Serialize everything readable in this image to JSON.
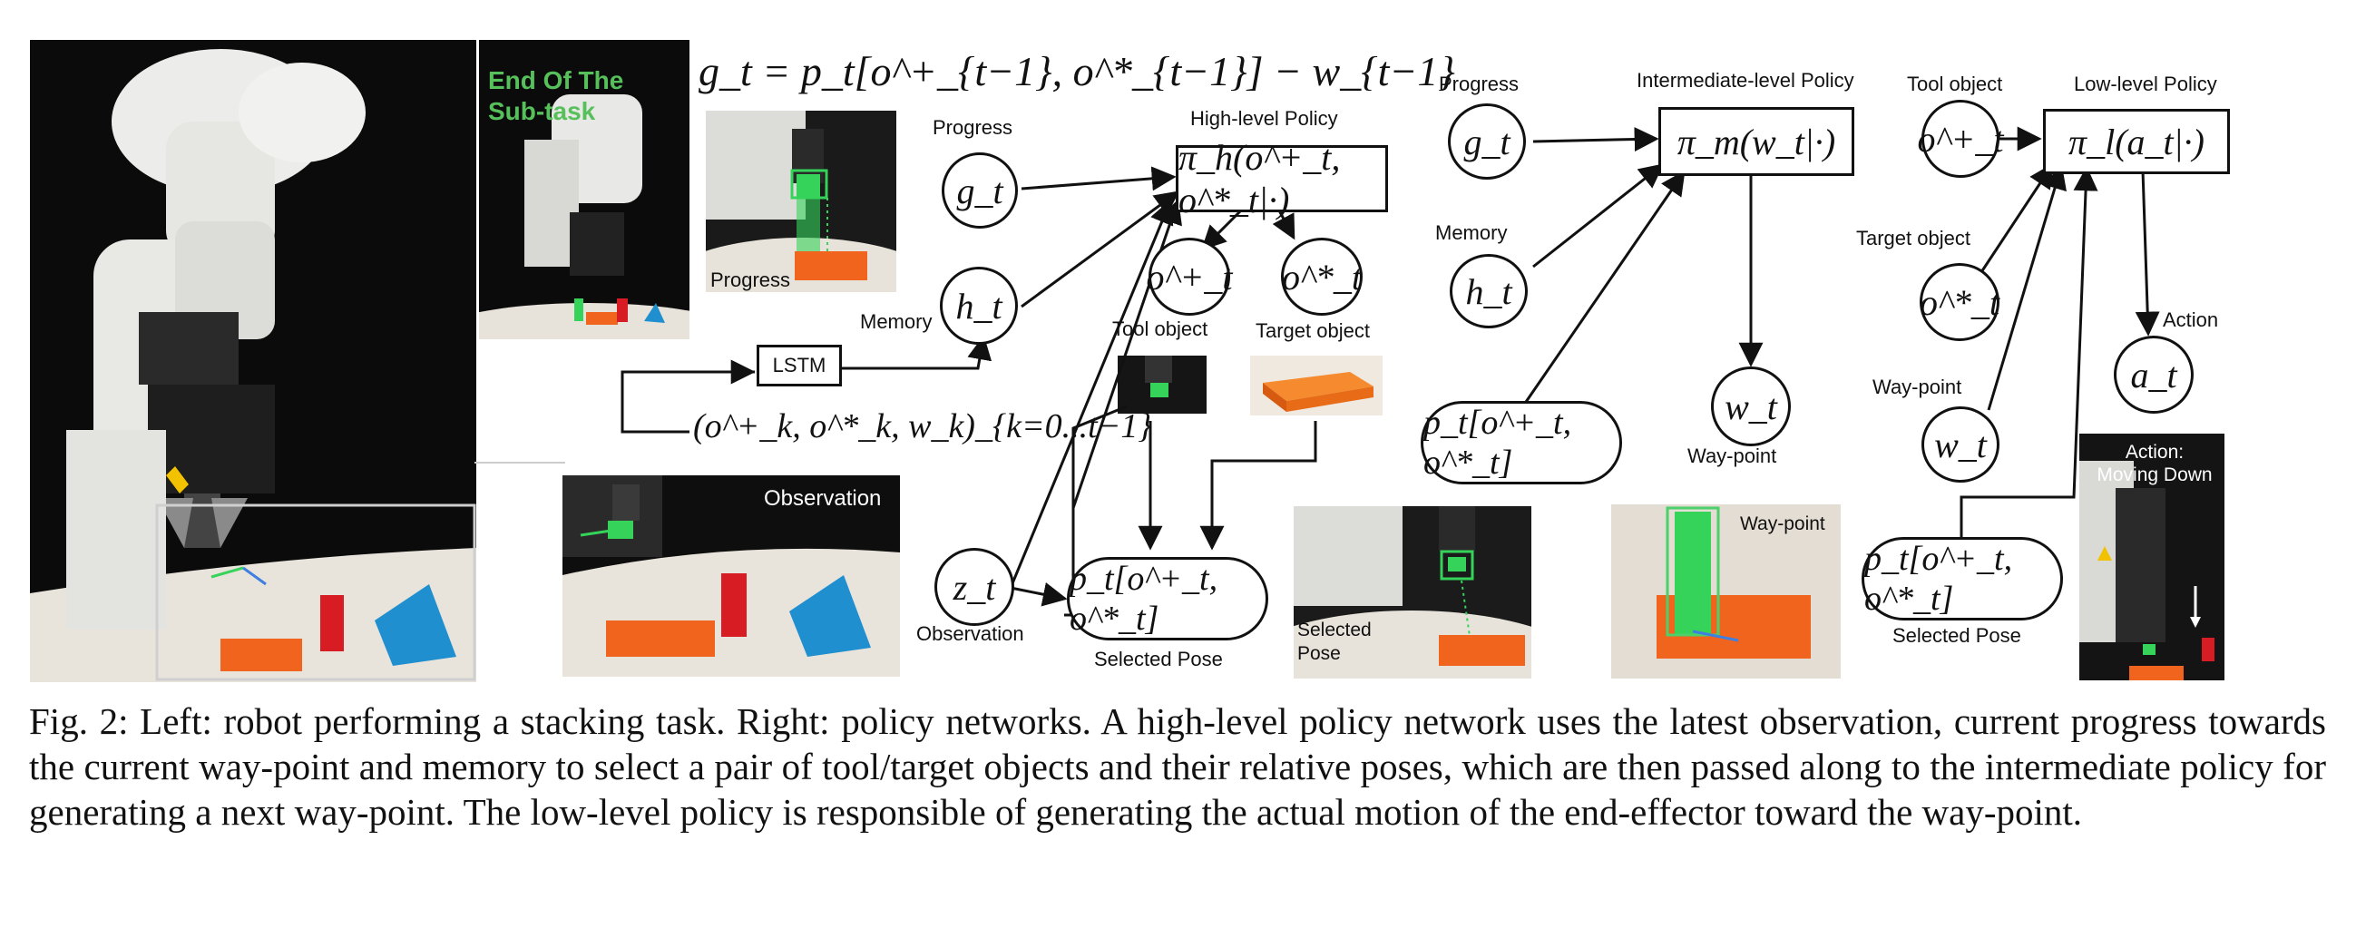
{
  "figure": {
    "equation_gt": "g_t = p_t[o^+_{t−1}, o^*_{t−1}] − w_{t−1}",
    "photo_labels": {
      "end_of_subtask": "End Of The Sub-task",
      "progress": "Progress",
      "observation": "Observation",
      "selected_pose": "Selected Pose",
      "waypoint": "Way-point",
      "action": "Action: Moving Down"
    },
    "high_level": {
      "policy_title": "High-level Policy",
      "policy_expr": "π_h(o^+_t, o^*_t|·)",
      "progress_label": "Progress",
      "memory_label": "Memory",
      "observation_label": "Observation",
      "tool_object_label": "Tool object",
      "target_object_label": "Target object",
      "selected_pose_label": "Selected Pose",
      "lstm_label": "LSTM",
      "memory_seq": "(o^+_k, o^*_k, w_k)_{k=0...t−1}",
      "g_node": "g_t",
      "h_node": "h_t",
      "z_node": "z_t",
      "tool_node": "o^+_t",
      "target_node": "o^*_t",
      "pose_node": "p_t[o^+_t, o^*_t]"
    },
    "intermediate": {
      "policy_title": "Intermediate-level Policy",
      "policy_expr": "π_m(w_t|·)",
      "progress_label": "Progress",
      "memory_label": "Memory",
      "waypoint_label": "Way-point",
      "g_node": "g_t",
      "h_node": "h_t",
      "pose_node": "p_t[o^+_t, o^*_t]",
      "w_node": "w_t"
    },
    "low_level": {
      "policy_title": "Low-level Policy",
      "policy_expr": "π_l(a_t|·)",
      "tool_object_label": "Tool object",
      "target_object_label": "Target object",
      "waypoint_label": "Way-point",
      "action_label": "Action",
      "selected_pose_label": "Selected Pose",
      "tool_node": "o^+_t",
      "target_node": "o^*_t",
      "w_node": "w_t",
      "a_node": "a_t",
      "pose_node": "p_t[o^+_t, o^*_t]"
    }
  },
  "caption": "Fig. 2: Left: robot performing a stacking task. Right: policy networks. A high-level policy network uses the latest observation, current progress towards the current way-point and memory to select a pair of tool/target objects and their relative poses, which are then passed along to the intermediate policy for generating a next way-point. The low-level policy is responsible of generating the actual motion of the end-effector toward the way-point.",
  "colors": {
    "robot_white": "#e9e9e6",
    "orange_block": "#f0641e",
    "red_block": "#d81c24",
    "blue_prism": "#1f8fcf",
    "green_highlight": "#35d35a",
    "table": "#e8e3da",
    "ink": "#111111"
  }
}
